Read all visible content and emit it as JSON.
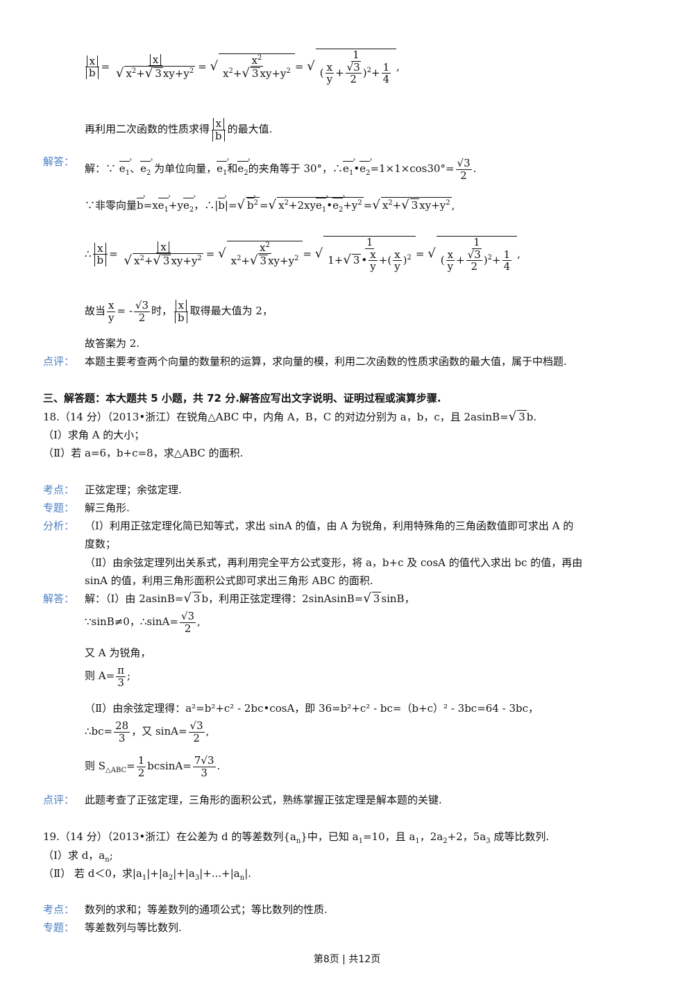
{
  "top": {
    "line1_tail": ",",
    "line2": "再利用二次函数的性质求得",
    "line2_tail": "的最大值."
  },
  "s17": {
    "label_answer": "解答：",
    "a1_pre": "解：∵",
    "a1_mid": "为单位向量，",
    "a1_and": "和",
    "a1_angle": "的夹角等于 30°，∴",
    "a1_eq": "=1×1×cos30°=",
    "a2_pre": "∵非零向量",
    "a2_eq": "=x",
    "a2_plus": "+y",
    "a2_mod": "，∴|",
    "a4_pre": "故当",
    "a4_minus": "= -",
    "a4_when": "时，",
    "a4_tail": "取得最大值为 2，",
    "a5": "故答案为  2.",
    "label_comment": "点评：",
    "comment": "本题主要考查两个向量的数量积的运算，求向量的模，利用二次函数的性质求函数的最大值，属于中档题."
  },
  "section": "三、解答题：本大题共 5 小题，共 72 分.解答应写出文字说明、证明过程或演算步骤.",
  "p18": {
    "stem": "18.（14 分）（2013•浙江）在锐角△ABC 中，内角 A，B，C 的对边分别为 a，b，c，且 2asinB=",
    "stem_tail": "b.",
    "q1": "（Ⅰ）求角 A 的大小；",
    "q2": "（Ⅱ）若 a=6，b+c=8，求△ABC 的面积.",
    "label_kd": "考点：",
    "kd": "正弦定理；余弦定理.",
    "label_zt": "专题：",
    "zt": "解三角形.",
    "label_fx": "分析：",
    "fx1a": "（Ⅰ）利用正弦定理化简已知等式，求出 sinA 的值，由 A 为锐角，利用特殊角的三角函数值即可求出 A 的",
    "fx1b": "度数；",
    "fx2a": "（Ⅱ）由余弦定理列出关系式，再利用完全平方公式变形，将 a，b+c 及 cosA 的值代入求出 bc 的值，再由",
    "fx2b": "sinA 的值，利用三角形面积公式即可求出三角形 ABC 的面积.",
    "label_jd": "解答：",
    "s1_pre": "解：（Ⅰ）由 2asinB=",
    "s1_mid": "b，利用正弦定理得：2sinAsinB=",
    "s1_tail": "sinB，",
    "s2_pre": "∵sinB≠0，∴sinA=",
    "s3": "又 A 为锐角，",
    "s4_pre": "则 A=",
    "s5": "（Ⅱ）由余弦定理得：a²=b²+c² - 2bc•cosA，即 36=b²+c² - bc=（b+c）² - 3bc=64 - 3bc，",
    "s6_pre": "∴bc=",
    "s6_mid": "，又 sinA=",
    "s7_pre": "则 S",
    "s7_sub": "△ABC",
    "s7_mid": "bcsinA=",
    "label_dp": "点评：",
    "dp": "此题考查了正弦定理，三角形的面积公式，熟练掌握正弦定理是解本题的关键."
  },
  "p19": {
    "stem_pre": "19.（14 分）（2013•浙江）在公差为 d 的等差数列{a",
    "stem_mid": "}中，已知 a",
    "stem_mid2": "=10，且 a",
    "stem_mid3": "，2a",
    "stem_mid4": "+2，5a",
    "stem_tail": "成等比数列.",
    "q1": "（Ⅰ）求 d，a",
    "q2": "（Ⅱ）  若 d＜0，求|a",
    "label_kd": "考点：",
    "kd": "数列的求和；等差数列的通项公式；等比数列的性质.",
    "label_zt": "专题：",
    "zt": "等差数列与等比数列."
  },
  "footer": {
    "left": "第",
    "page": "8",
    "mid": "页  |  共",
    "total": "12",
    "right": "页"
  }
}
